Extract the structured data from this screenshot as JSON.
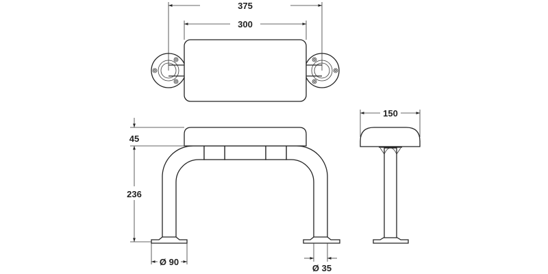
{
  "drawing": {
    "dimensions": {
      "overall_width": "375",
      "seat_width": "300",
      "seat_thickness": "45",
      "height": "236",
      "flange_diameter": "Ø 90",
      "tube_diameter": "Ø 35",
      "seat_depth": "150"
    },
    "line_color": "#222222",
    "background": "#ffffff"
  }
}
